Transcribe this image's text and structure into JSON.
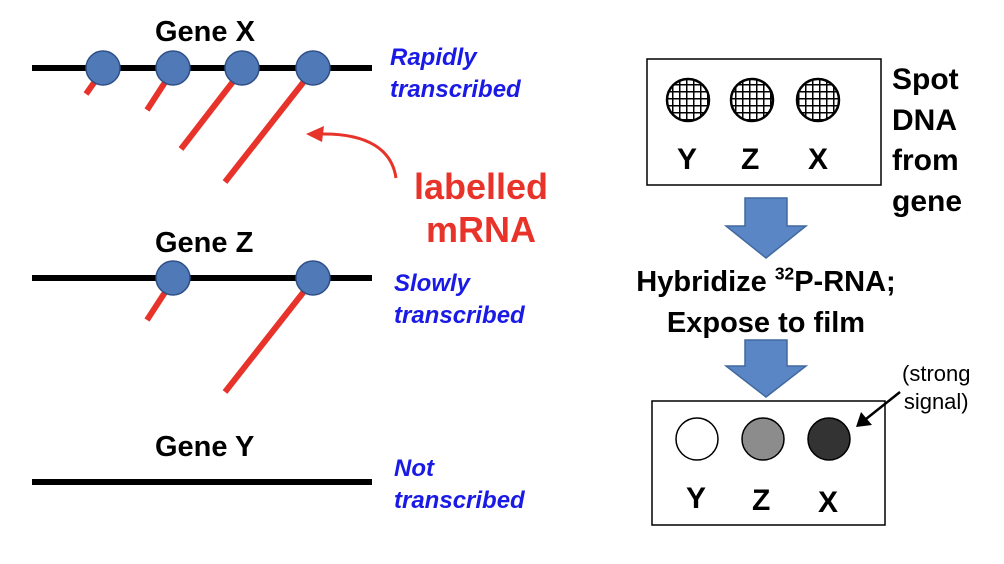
{
  "genes": [
    {
      "title": "Gene X",
      "status_line1": "Rapidly",
      "status_line2": "transcribed"
    },
    {
      "title": "Gene Z",
      "status_line1": "Slowly",
      "status_line2": "transcribed"
    },
    {
      "title": "Gene Y",
      "status_line1": "Not",
      "status_line2": "transcribed"
    }
  ],
  "mrna_label": {
    "line1": "labelled",
    "line2": "mRNA"
  },
  "spot_label": {
    "line1": "Spot",
    "line2": "DNA",
    "line3": "from",
    "line4": "gene"
  },
  "filter_labels": [
    "Y",
    "Z",
    "X"
  ],
  "hybridize": {
    "prefix": "Hybridize ",
    "isotope": "32",
    "suffix": "P-RNA;",
    "line2": "Expose to film"
  },
  "film_labels": [
    "Y",
    "Z",
    "X"
  ],
  "signal_note": {
    "line1": "(strong",
    "line2": "signal)"
  },
  "signal_fill": [
    "#ffffff",
    "#8c8c8c",
    "#333333"
  ],
  "colors": {
    "polymerase": "#4f79b7",
    "transcript": "#e8332a",
    "status_text": "#1a1ae6",
    "arrow_fill": "#5b86c5"
  }
}
